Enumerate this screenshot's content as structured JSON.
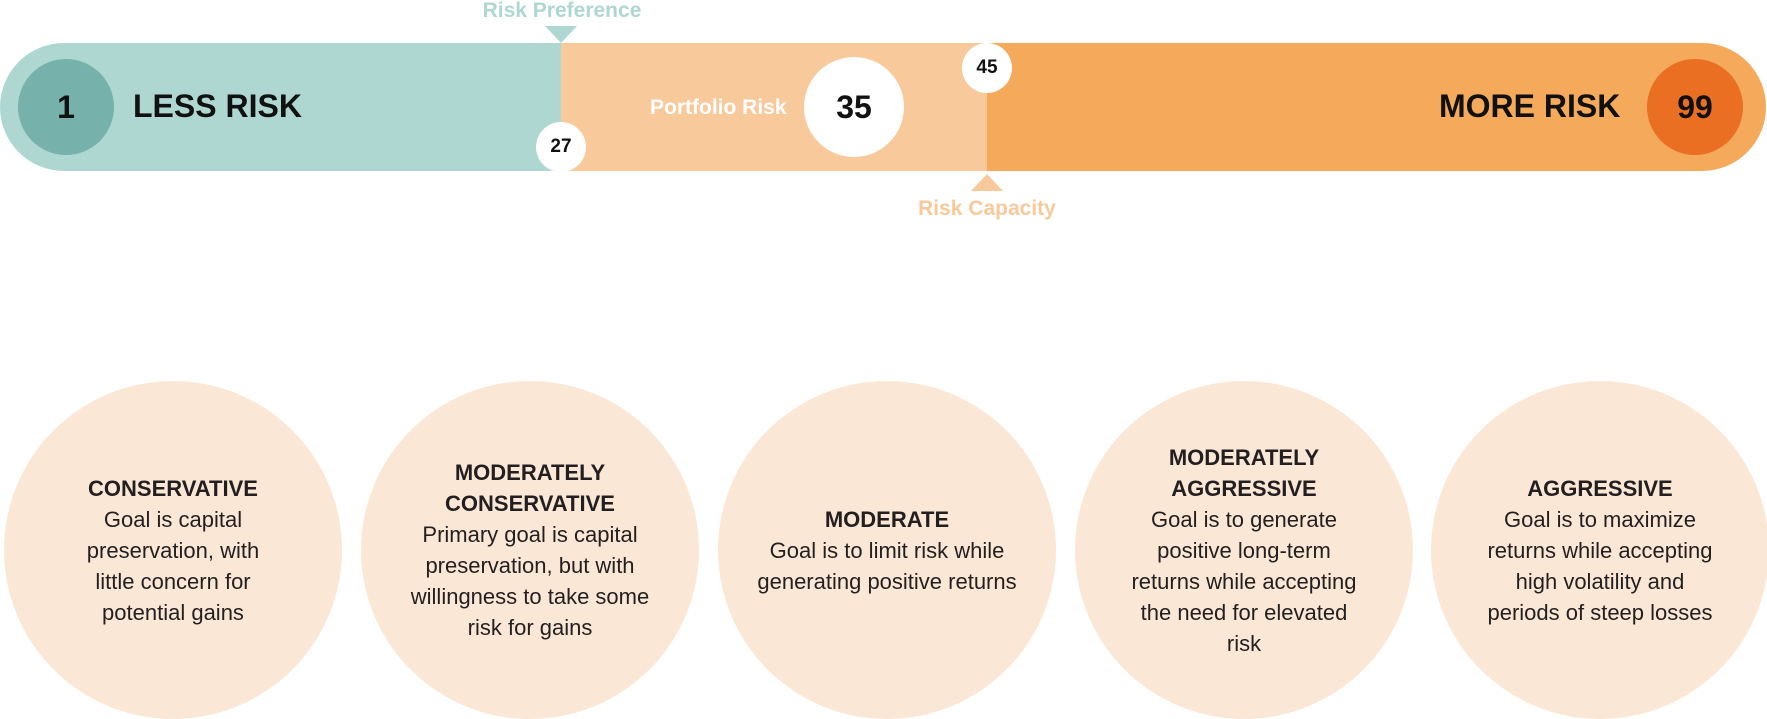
{
  "scale": {
    "min_value": "1",
    "min_label": "LESS RISK",
    "max_value": "99",
    "max_label": "MORE RISK",
    "risk_preference": {
      "label": "Risk Preference",
      "value": "27"
    },
    "risk_capacity": {
      "label": "Risk Capacity",
      "value": "45"
    },
    "portfolio_risk": {
      "label": "Portfolio Risk",
      "value": "35"
    },
    "colors": {
      "low": "#aed7d2",
      "low_dark": "#76b2ab",
      "mid": "#f8c99a",
      "high": "#f4a95b",
      "high_dark": "#eb6f22",
      "profile_bg": "#fbe7d6"
    }
  },
  "profiles": [
    {
      "title": "CONSERVATIVE",
      "description": "Goal is capital preservation, with little concern for potential gains"
    },
    {
      "title": "MODERATELY CONSERVATIVE",
      "description": "Primary goal is capital preservation, but with willingness to take some risk for gains"
    },
    {
      "title": "MODERATE",
      "description": "Goal is to limit risk while generating positive returns"
    },
    {
      "title": "MODERATELY AGGRESSIVE",
      "description": "Goal is to generate positive long-term returns while accepting the need for elevated risk"
    },
    {
      "title": "AGGRESSIVE",
      "description": "Goal is to maximize returns while accepting high volatility and periods of steep losses"
    }
  ]
}
